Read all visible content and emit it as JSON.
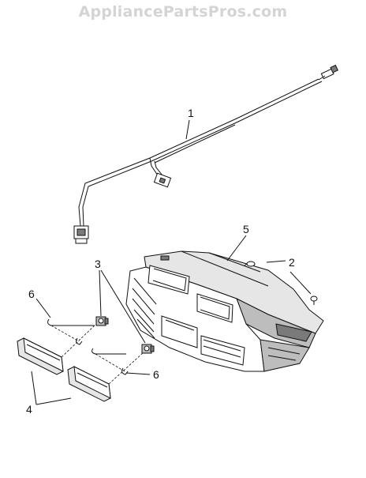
{
  "watermark": "AppliancePartsPros.com",
  "callouts": [
    {
      "id": "1",
      "label": "1"
    },
    {
      "id": "2",
      "label": "2"
    },
    {
      "id": "3",
      "label": "3"
    },
    {
      "id": "4",
      "label": "4"
    },
    {
      "id": "5",
      "label": "5"
    },
    {
      "id": "6a",
      "label": "6"
    },
    {
      "id": "6b",
      "label": "6"
    }
  ],
  "parts": [
    {
      "name": "wire-harness",
      "icon": "wire-harness-icon"
    },
    {
      "name": "screws",
      "icon": "screw-icon"
    },
    {
      "name": "lamp-sockets",
      "icon": "lamp-socket-icon"
    },
    {
      "name": "lenses",
      "icon": "lens-icon"
    },
    {
      "name": "light-housing",
      "icon": "housing-icon"
    },
    {
      "name": "spring-clips",
      "icon": "spring-clip-icon"
    }
  ]
}
